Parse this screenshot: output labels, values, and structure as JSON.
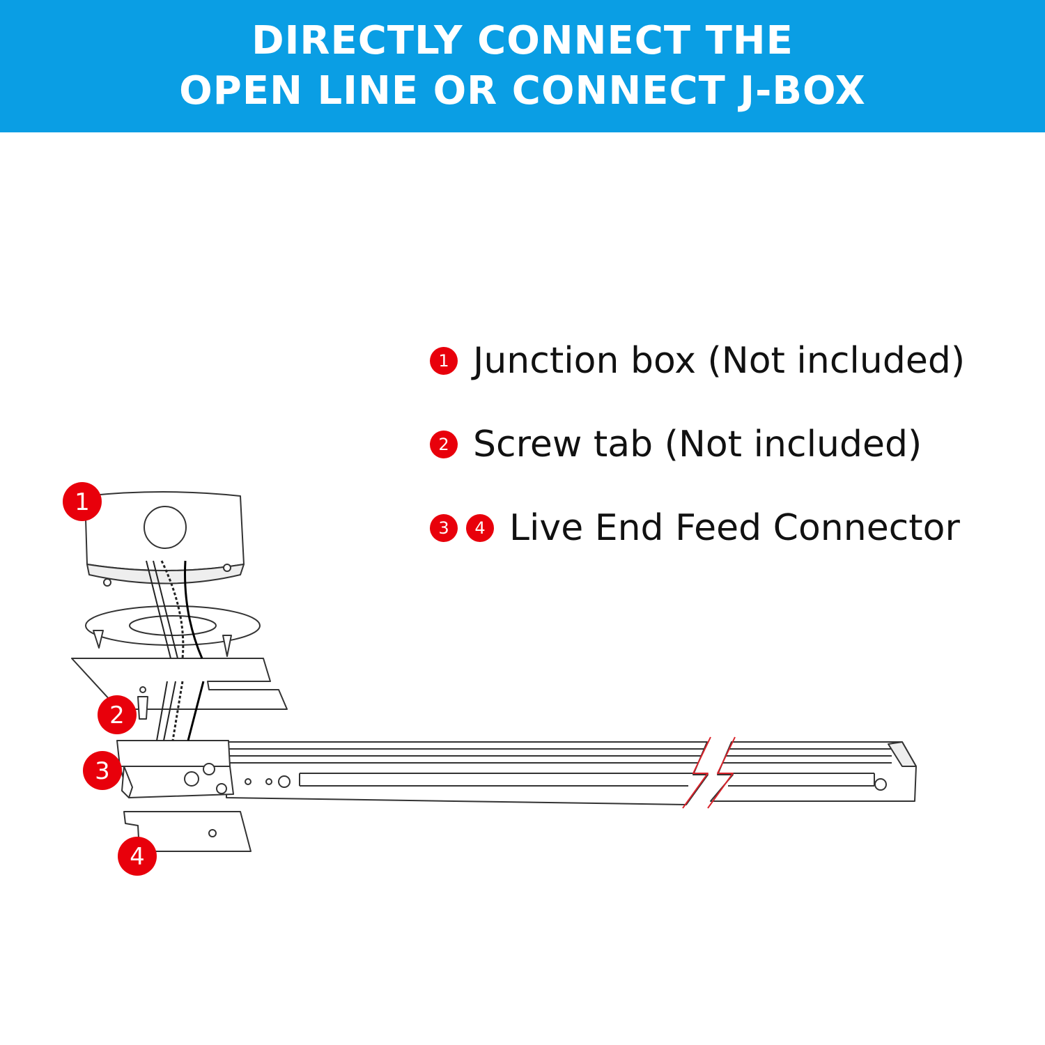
{
  "banner": {
    "line1": "DIRECTLY CONNECT THE",
    "line2": "OPEN LINE OR CONNECT J-BOX",
    "background": "#0a9ee4"
  },
  "legend": {
    "items": [
      {
        "badges": [
          "1"
        ],
        "text": "Junction box (Not included)"
      },
      {
        "badges": [
          "2"
        ],
        "text": "Screw tab (Not included)"
      },
      {
        "badges": [
          "3",
          "4"
        ],
        "text": "Live End Feed Connector"
      }
    ]
  },
  "callouts": {
    "c1": "1",
    "c2": "2",
    "c3": "3",
    "c4": "4"
  },
  "colors": {
    "accent_red": "#e8000b",
    "break_line": "#d9232b",
    "line_art": "#333333"
  }
}
